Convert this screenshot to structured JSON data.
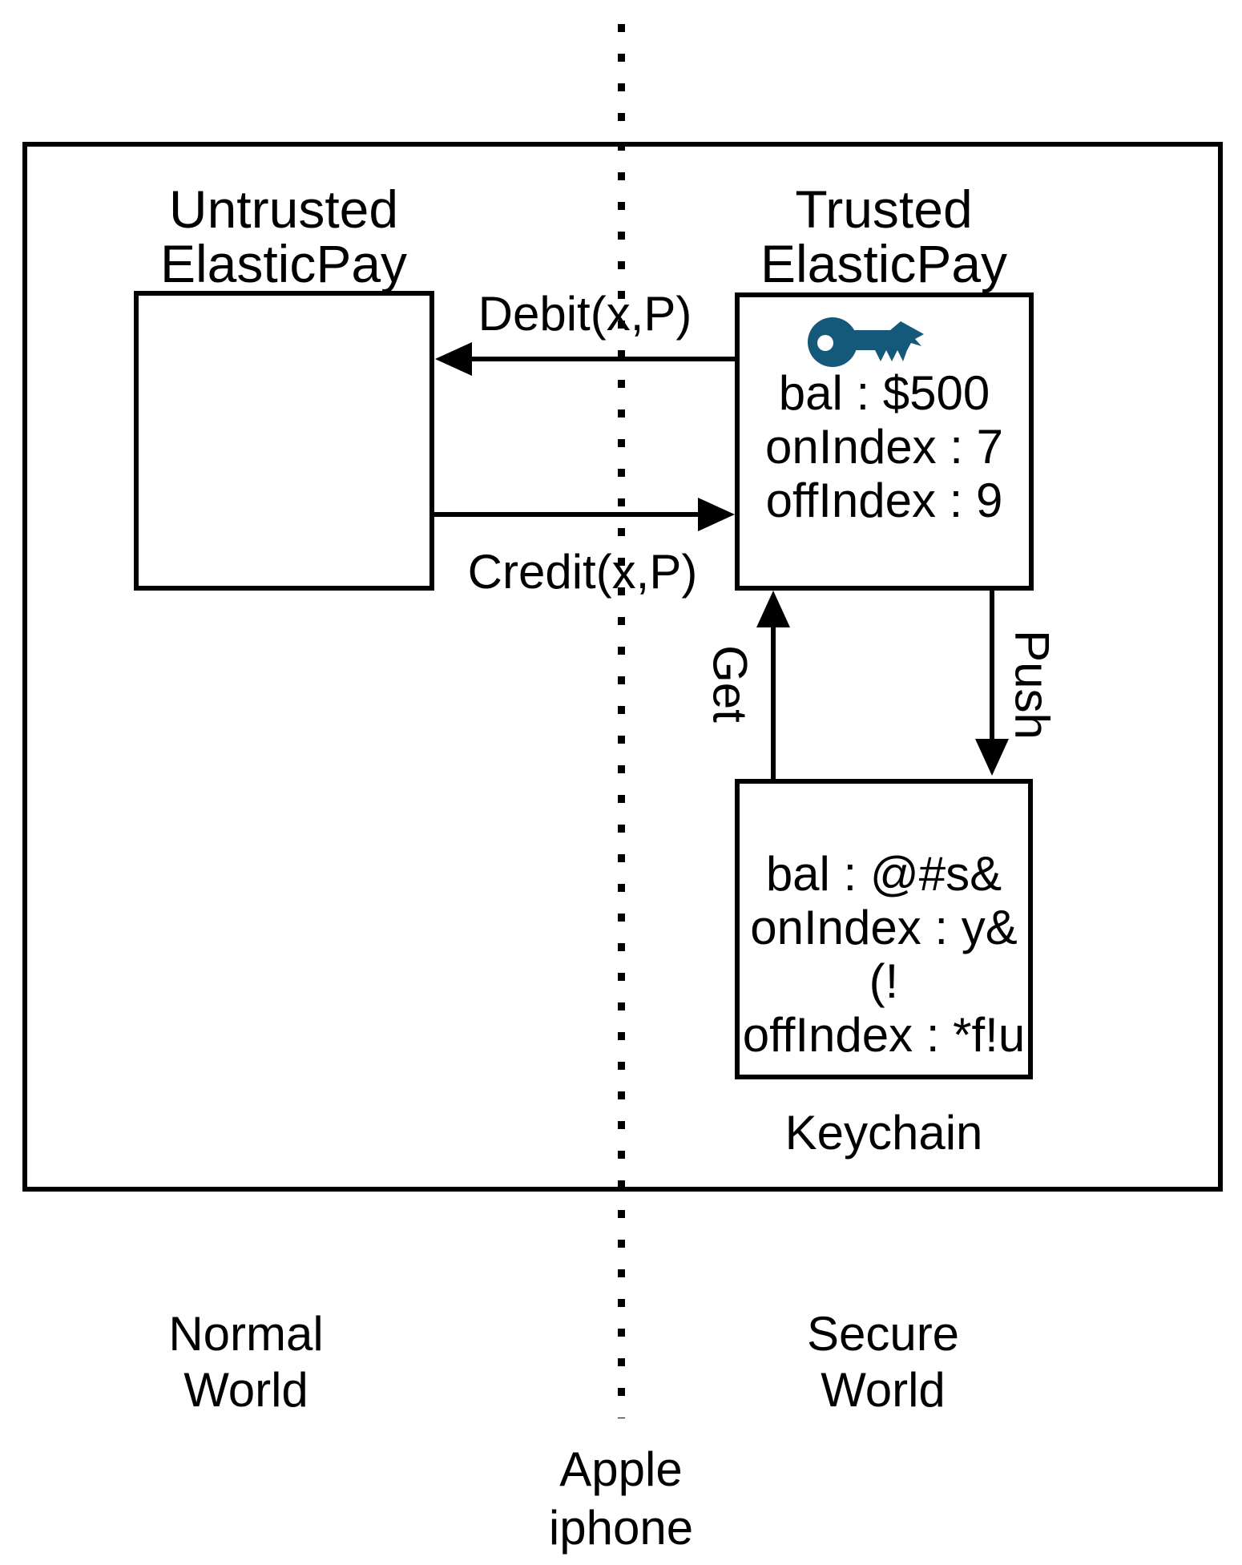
{
  "diagram": {
    "device_label": "Apple\niphone",
    "worlds": {
      "left": "Normal\nWorld",
      "right": "Secure\nWorld"
    },
    "untrusted_box": {
      "title": "Untrusted\nElasticPay"
    },
    "trusted_box": {
      "title": "Trusted\nElasticPay",
      "fields": [
        "bal : $500",
        "onIndex : 7",
        "offIndex : 9"
      ]
    },
    "keychain_box": {
      "label": "Keychain",
      "fields": [
        "bal : @#s&",
        "onIndex : y&(!",
        "offIndex : *f!u"
      ]
    },
    "arrows": {
      "debit_label": "Debit(x,P)",
      "credit_label": "Credit(x,P)",
      "get_label": "Get",
      "push_label": "Push"
    },
    "colors": {
      "key_icon": "#15597a",
      "line": "#000000"
    }
  }
}
